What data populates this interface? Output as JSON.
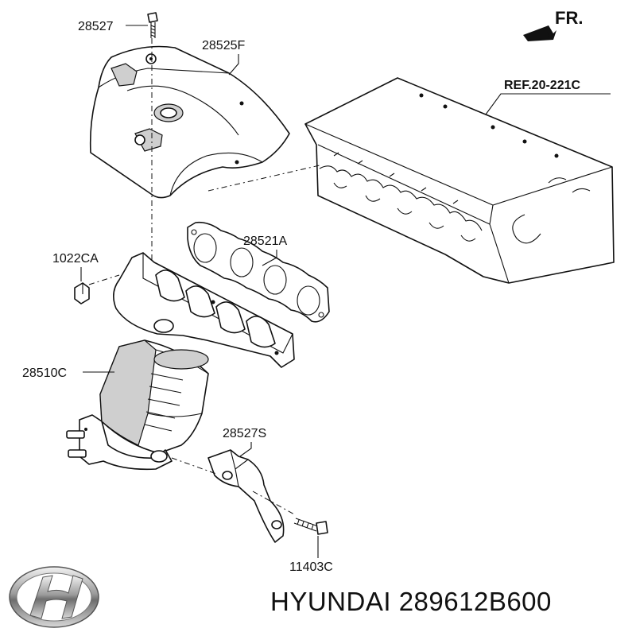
{
  "diagram": {
    "direction_label": "FR.",
    "reference_label": "REF.20-221C",
    "callouts": {
      "bolt_top": "28527",
      "heat_shield": "28525F",
      "gasket": "28521A",
      "nut": "1022CA",
      "manifold_converter": "28510C",
      "bracket": "28527S",
      "bolt_bottom": "11403C"
    }
  },
  "footer": {
    "brand": "HYUNDAI",
    "part_number": "289612B600",
    "logo_icon": "hyundai-logo-icon"
  }
}
